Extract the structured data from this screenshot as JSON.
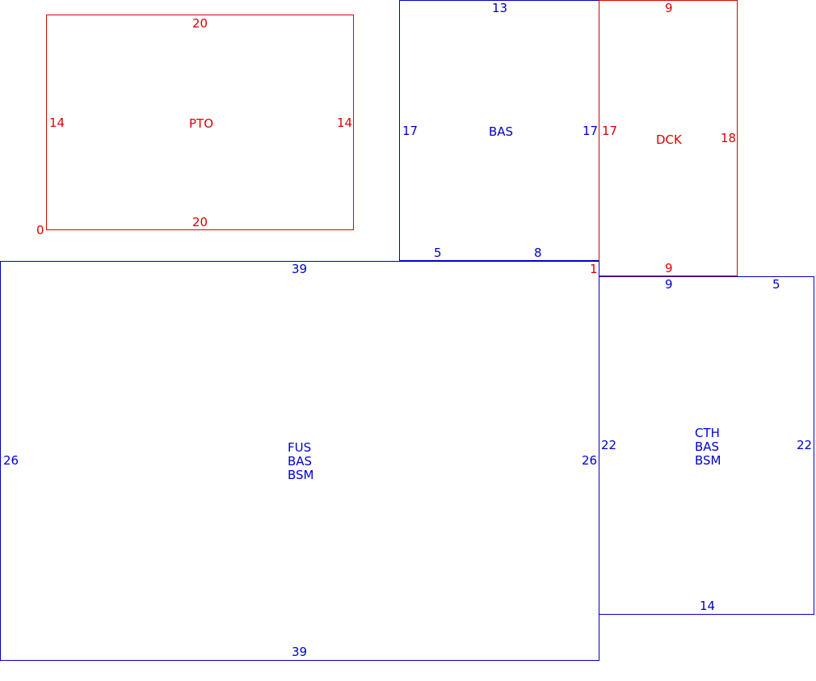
{
  "colors": {
    "red": "#dd0000",
    "blue": "#0000cc"
  },
  "areas": {
    "pto": {
      "codes": [
        "PTO"
      ],
      "dims": {
        "top": "20",
        "bottom": "20",
        "left": "14",
        "right": "14"
      },
      "corner": "0"
    },
    "bas": {
      "codes": [
        "BAS"
      ],
      "dims": {
        "top": "13",
        "left": "17",
        "right": "17",
        "bottom_a": "5",
        "bottom_b": "8"
      }
    },
    "dck": {
      "codes": [
        "DCK"
      ],
      "dims": {
        "top": "9",
        "left": "17",
        "right": "18",
        "bottom": "9"
      }
    },
    "fus": {
      "codes": [
        "FUS",
        "BAS",
        "BSM"
      ],
      "dims": {
        "top": "39",
        "bottom": "39",
        "left": "26",
        "right": "26",
        "corner": "1"
      }
    },
    "cth": {
      "codes": [
        "CTH",
        "BAS",
        "BSM"
      ],
      "dims": {
        "top_a": "9",
        "top_b": "5",
        "left": "22",
        "right": "22",
        "bottom": "14"
      }
    }
  }
}
